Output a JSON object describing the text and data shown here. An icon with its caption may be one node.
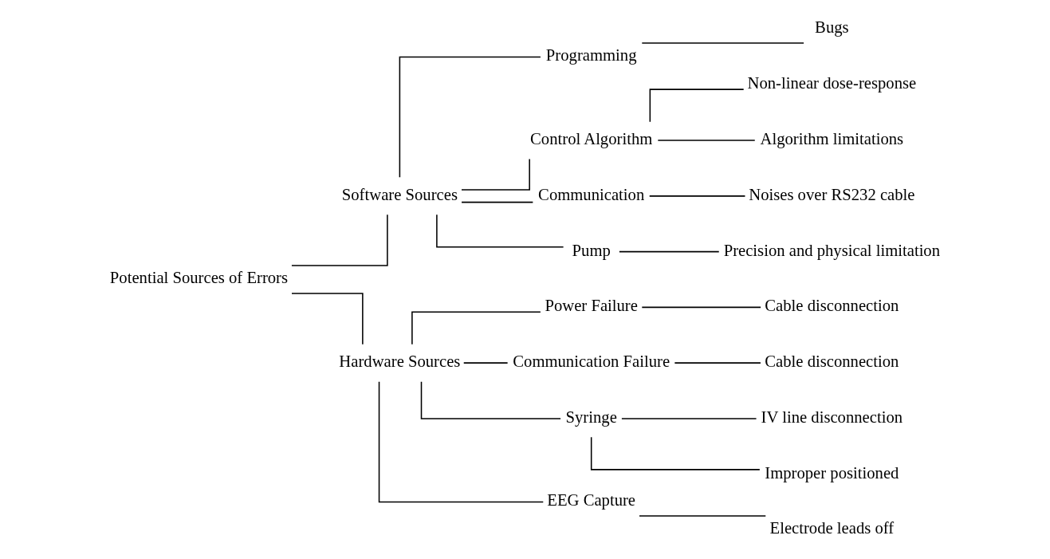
{
  "diagram": {
    "nodes": [
      {
        "text": [
          "Potential Sources of Errors"
        ]
      },
      {
        "text": [
          "Software Sources"
        ]
      },
      {
        "text": [
          "Programming"
        ]
      },
      {
        "text": [
          "Bugs"
        ]
      },
      {
        "text": [
          "Control Algorithm"
        ]
      },
      {
        "text": [
          "Non-linear dose-response"
        ]
      },
      {
        "text": [
          "Algorithm limitations"
        ]
      },
      {
        "text": [
          "Communication"
        ]
      },
      {
        "text": [
          "Noises over RS232 cable"
        ]
      },
      {
        "text": [
          "Pump"
        ]
      },
      {
        "text": [
          "Precision and physical limitation"
        ]
      },
      {
        "text": [
          "Hardware Sources"
        ]
      },
      {
        "text": [
          "Power Failure"
        ]
      },
      {
        "text": [
          "Cable disconnection"
        ]
      },
      {
        "text": [
          "Communication Failure"
        ]
      },
      {
        "text": [
          "Cable disconnection"
        ]
      },
      {
        "text": [
          "Syringe"
        ]
      },
      {
        "text": [
          "IV line disconnection"
        ]
      },
      {
        "text": [
          "Improper positioned"
        ]
      },
      {
        "text": [
          "EEG Capture"
        ]
      },
      {
        "text": [
          "Electrode leads off"
        ]
      }
    ],
    "edges": [
      {
        "from": 0,
        "to": 1,
        "arrow": "none"
      },
      {
        "from": 0,
        "to": 11,
        "arrow": "none"
      },
      {
        "from": 1,
        "to": 2,
        "arrow": "none"
      },
      {
        "from": 1,
        "to": 4,
        "arrow": "none"
      },
      {
        "from": 1,
        "to": 7,
        "arrow": "none"
      },
      {
        "from": 1,
        "to": 9,
        "arrow": "none"
      },
      {
        "from": 2,
        "to": 3,
        "arrow": "none"
      },
      {
        "from": 4,
        "to": 5,
        "arrow": "none"
      },
      {
        "from": 4,
        "to": 6,
        "arrow": "none"
      },
      {
        "from": 7,
        "to": 8,
        "arrow": "none"
      },
      {
        "from": 9,
        "to": 10,
        "arrow": "none"
      },
      {
        "from": 11,
        "to": 12,
        "arrow": "none"
      },
      {
        "from": 11,
        "to": 14,
        "arrow": "none"
      },
      {
        "from": 11,
        "to": 16,
        "arrow": "none"
      },
      {
        "from": 11,
        "to": 19,
        "arrow": "none"
      },
      {
        "from": 12,
        "to": 13,
        "arrow": "none"
      },
      {
        "from": 14,
        "to": 15,
        "arrow": "none"
      },
      {
        "from": 16,
        "to": 17,
        "arrow": "none"
      },
      {
        "from": 16,
        "to": 18,
        "arrow": "none"
      },
      {
        "from": 19,
        "to": 20,
        "arrow": "none"
      }
    ]
  }
}
